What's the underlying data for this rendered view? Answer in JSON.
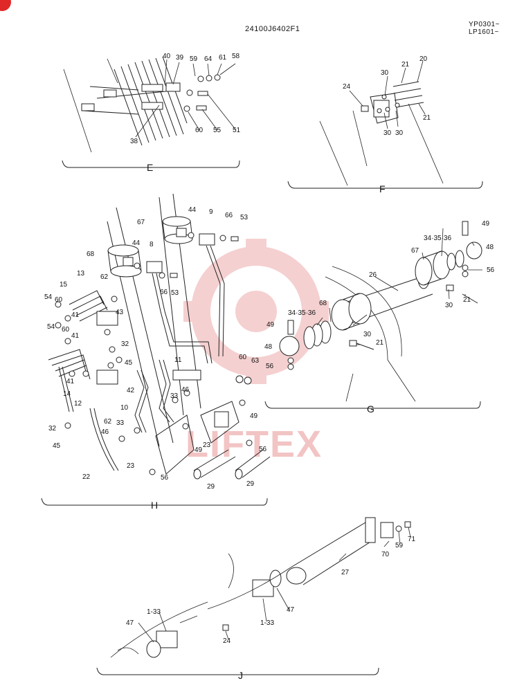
{
  "header": {
    "page_code": "24100J6402F1",
    "model_range": [
      "YP0301~",
      "LP1601~"
    ]
  },
  "watermark": "LIFTEX",
  "sections": [
    {
      "id": "E",
      "label": "E",
      "callouts": [
        "40",
        "39",
        "59",
        "64",
        "61",
        "58",
        "51",
        "55",
        "60",
        "38"
      ]
    },
    {
      "id": "F",
      "label": "F",
      "callouts": [
        "24",
        "30",
        "21",
        "20",
        "30",
        "30",
        "21"
      ]
    },
    {
      "id": "G",
      "label": "G",
      "callouts": [
        "49",
        "34·35·36",
        "48",
        "67",
        "56",
        "26",
        "30",
        "21",
        "68",
        "34·35·36",
        "49",
        "30",
        "21",
        "48",
        "56"
      ]
    },
    {
      "id": "H",
      "label": "H",
      "callouts": [
        "67",
        "44",
        "9",
        "66",
        "53",
        "68",
        "44",
        "8",
        "66",
        "53",
        "13",
        "62",
        "15",
        "54",
        "60",
        "43",
        "41",
        "54",
        "60",
        "41",
        "32",
        "45",
        "11",
        "60",
        "63",
        "42",
        "41",
        "14",
        "10",
        "12",
        "46",
        "33",
        "62",
        "32",
        "45",
        "33",
        "46",
        "49",
        "23",
        "23",
        "49",
        "56",
        "22",
        "56",
        "29",
        "29"
      ]
    },
    {
      "id": "J",
      "label": "J",
      "callouts": [
        "27",
        "70",
        "59",
        "71",
        "47",
        "1-33",
        "47",
        "1-33",
        "24"
      ]
    }
  ],
  "colors": {
    "ink": "#222222",
    "watermark": "#f2c4c4",
    "badge": "#e02828"
  }
}
